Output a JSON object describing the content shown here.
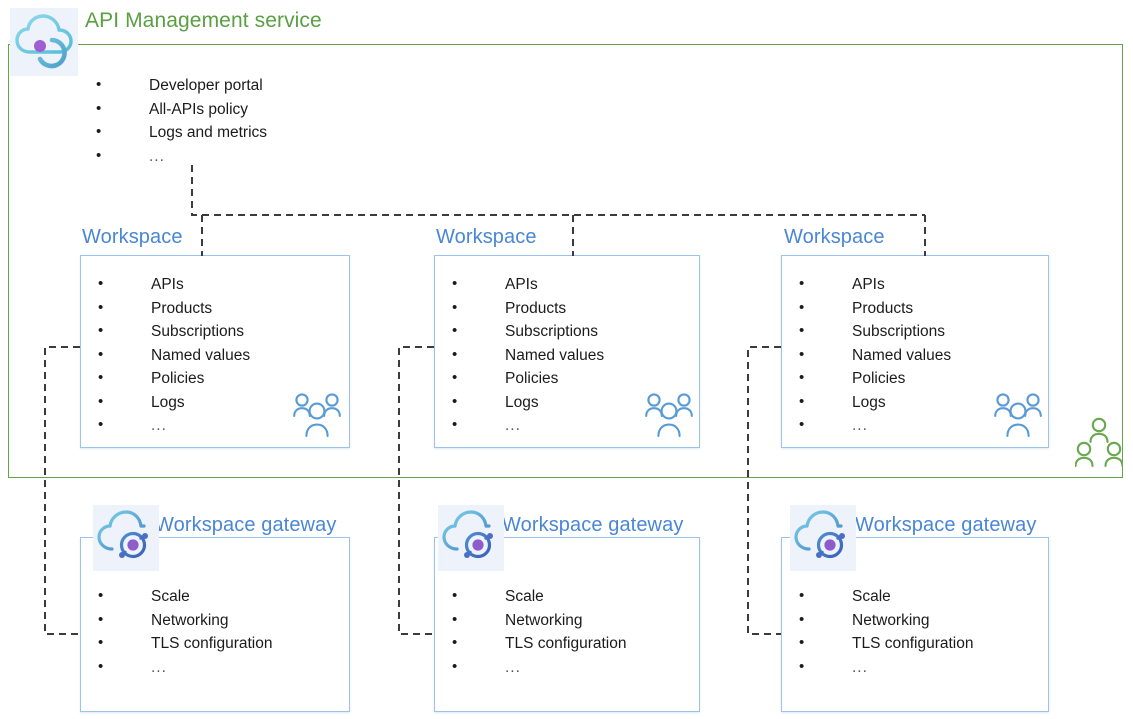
{
  "service": {
    "title": "API Management service",
    "icon": "apim-cloud-icon",
    "border_color": "#63a34a",
    "title_color": "#5aa042",
    "bullets": [
      "Developer portal",
      "All-APIs policy",
      "Logs and metrics",
      "..."
    ],
    "people_icon": "people-group-icon"
  },
  "workspaces": [
    {
      "title": "Workspace",
      "bullets": [
        "APIs",
        "Products",
        "Subscriptions",
        "Named values",
        "Policies",
        "Logs",
        "..."
      ],
      "people_icon": "people-group-icon"
    },
    {
      "title": "Workspace",
      "bullets": [
        "APIs",
        "Products",
        "Subscriptions",
        "Named values",
        "Policies",
        "Logs",
        "..."
      ],
      "people_icon": "people-group-icon"
    },
    {
      "title": "Workspace",
      "bullets": [
        "APIs",
        "Products",
        "Subscriptions",
        "Named values",
        "Policies",
        "Logs",
        "..."
      ],
      "people_icon": "people-group-icon"
    }
  ],
  "gateways": [
    {
      "title": "Workspace gateway",
      "icon": "gateway-cloud-icon",
      "bullets": [
        "Scale",
        "Networking",
        "TLS configuration",
        "..."
      ]
    },
    {
      "title": "Workspace gateway",
      "icon": "gateway-cloud-icon",
      "bullets": [
        "Scale",
        "Networking",
        "TLS configuration",
        "..."
      ]
    },
    {
      "title": "Workspace gateway",
      "icon": "gateway-cloud-icon",
      "bullets": [
        "Scale",
        "Networking",
        "TLS configuration",
        "..."
      ]
    }
  ],
  "colors": {
    "green": "#63a34a",
    "blue_title": "#4a86d6",
    "blue_border": "#9cc3f0",
    "people_blue": "#5b9bd5",
    "people_green": "#6aa84f",
    "icon_tile_bg": "#eef2fb",
    "connector": "#3b3b3b"
  }
}
